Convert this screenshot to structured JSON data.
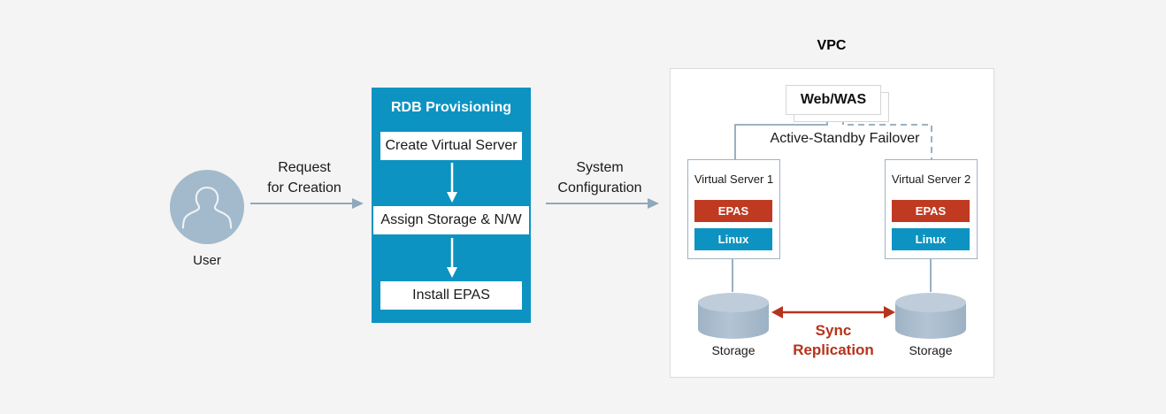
{
  "colors": {
    "background": "#f4f4f4",
    "accent_teal": "#0c93c2",
    "accent_red": "#c03a22",
    "sync_red": "#b5341c",
    "connector_blue_grey": "#8fa8bb",
    "storage_fill": "#aabdd0",
    "avatar_fill": "#a3bacc",
    "vpc_border": "#dcdcdc"
  },
  "user": {
    "icon": "user-avatar-icon",
    "label": "User"
  },
  "flows": {
    "request": {
      "line1": "Request",
      "line2": "for Creation",
      "arrow_icon": "arrow-right-icon"
    },
    "system_configuration": {
      "line1": "System",
      "line2": "Configuration",
      "arrow_icon": "arrow-right-icon"
    }
  },
  "rdb_provisioning": {
    "title": "RDB Provisioning",
    "steps": [
      {
        "label": "Create Virtual Server"
      },
      {
        "label": "Assign Storage & N/W"
      },
      {
        "label": "Install EPAS"
      }
    ],
    "step_arrow_icon": "arrow-down-icon"
  },
  "vpc": {
    "title": "VPC",
    "web_was": {
      "label": "Web/WAS",
      "icon": "stacked-servers-icon"
    },
    "failover_label": "Active-Standby Failover",
    "connectors": {
      "active_link": "solid",
      "standby_link": "dashed"
    },
    "virtual_servers": [
      {
        "title": "Virtual Server 1",
        "layers": [
          {
            "label": "EPAS",
            "color": "#c03a22"
          },
          {
            "label": "Linux",
            "color": "#0c93c2"
          }
        ],
        "storage": {
          "label": "Storage",
          "icon": "database-cylinder-icon"
        }
      },
      {
        "title": "Virtual Server 2",
        "layers": [
          {
            "label": "EPAS",
            "color": "#c03a22"
          },
          {
            "label": "Linux",
            "color": "#0c93c2"
          }
        ],
        "storage": {
          "label": "Storage",
          "icon": "database-cylinder-icon"
        }
      }
    ],
    "replication": {
      "line1": "Sync",
      "line2": "Replication",
      "arrow_icon": "double-headed-arrow-icon"
    }
  }
}
